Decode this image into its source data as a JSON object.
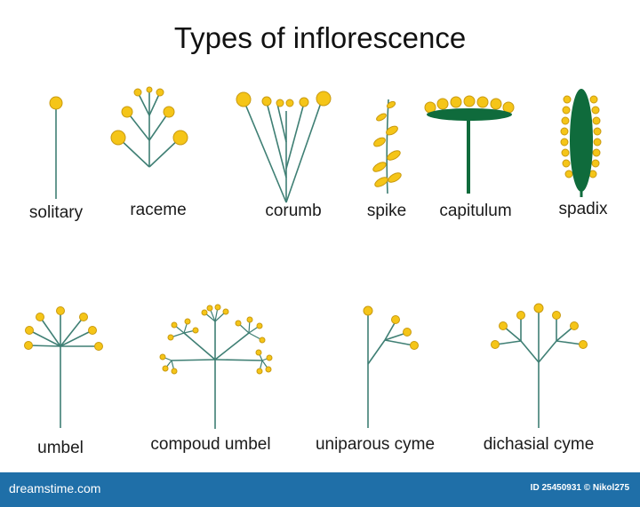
{
  "title": "Types of inflorescence",
  "colors": {
    "stem": "#3f7f74",
    "flower": "#f5c518",
    "flower_outline": "#c99a10",
    "receptacle": "#0f6b3c"
  },
  "labels": {
    "solitary": "solitary",
    "raceme": "raceme",
    "corumb": "corumb",
    "spike": "spike",
    "capitulum": "capitulum",
    "spadix": "spadix",
    "umbel": "umbel",
    "compound_umbel": "compoud umbel",
    "uniparous_cyme": "uniparous cyme",
    "dichasial_cyme": "dichasial cyme"
  },
  "footer": {
    "site": "dreamstime.com",
    "credit": "ID 25450931 © Nikol275"
  }
}
